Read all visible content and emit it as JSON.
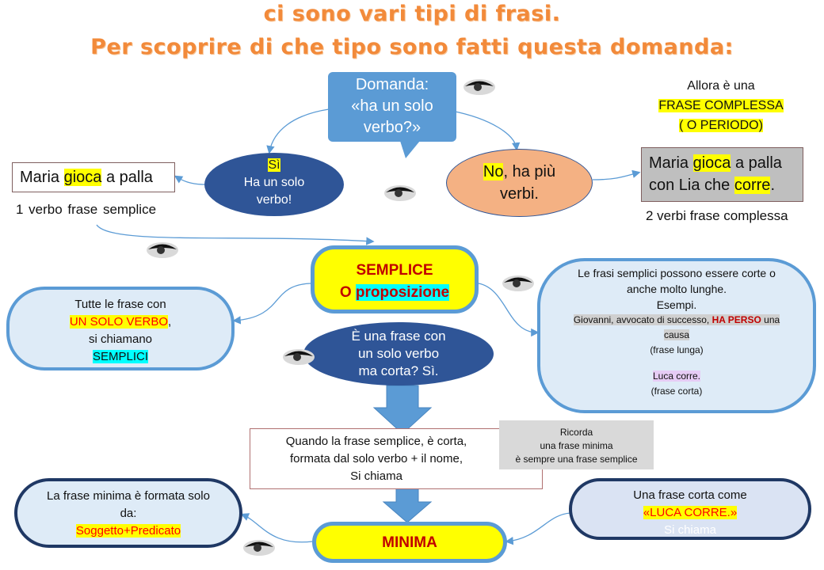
{
  "title_line1": "ci sono vari tipi di frasi.",
  "title_line2": "Per scoprire di che tipo sono fatti questa domanda:",
  "question_bubble": {
    "line1": "Domanda:",
    "line2": "«ha un solo",
    "line3": "verbo?»"
  },
  "yes_oval": {
    "yes": "Sì",
    "line1": "Ha un solo",
    "line2": "verbo!"
  },
  "no_oval": {
    "no": "No",
    "rest": ", ha più",
    "line2": "verbi."
  },
  "simple_example": {
    "w1": "Maria ",
    "verb": "gioca",
    "w2": " a palla",
    "caption": "1 verbo  frase semplice"
  },
  "complex_note": {
    "line1": "Allora è una",
    "line2": "FRASE COMPLESSA",
    "line3": "( O PERIODO)"
  },
  "complex_example": {
    "w1": "Maria ",
    "verb1": "gioca",
    "w2": " a palla",
    "w3": "con Lia che ",
    "verb2": "corre",
    "w4": ".",
    "caption": "2 verbi frase complessa"
  },
  "semplice_box": {
    "line1": "SEMPLICE",
    "line2a": "O ",
    "line2b": "proposizione"
  },
  "left_box": {
    "line1": "Tutte le frase con",
    "line2": "UN SOLO VERBO",
    "line2b": ",",
    "line3": "si chiamano",
    "line4": "SEMPLICI"
  },
  "center_oval": {
    "line1": "È una frase con",
    "line2": "un solo verbo",
    "line3": "ma corta? Sì."
  },
  "right_box": {
    "line1": "Le frasi semplici possono essere corte o",
    "line2": "anche molto lunghe.",
    "line3": "Esempi.",
    "ex1a": "Giovanni, avvocato di successo, ",
    "ex1b": "HA PERSO",
    "ex1c": " una",
    "ex1d": "causa",
    "ex1e": "(frase lunga)",
    "ex2a": "Luca corre.",
    "ex2b": "(frase corta)"
  },
  "definition_box": {
    "line1": "Quando la frase semplice, è corta,",
    "line2": "formata dal solo verbo + il nome,",
    "line3": "Si chiama"
  },
  "reminder": {
    "line1": "Ricorda",
    "line2": "una frase  minima",
    "line3": "è sempre una frase semplice"
  },
  "bottom_left": {
    "line1": "La frase minima è formata solo",
    "line2": "da:",
    "line3": "Soggetto+Predicato"
  },
  "minima_box": {
    "label": "MINIMA"
  },
  "bottom_right": {
    "line1": "Una frase corta come",
    "line2": "«LUCA CORRE.»",
    "line3": "Si chiama"
  },
  "colors": {
    "title": "#f28a3a",
    "blue_oval": "#2f5597",
    "bubble": "#5b9bd5",
    "peach": "#f4b183",
    "light_box": "#deebf7",
    "yellow": "#ffff00"
  }
}
